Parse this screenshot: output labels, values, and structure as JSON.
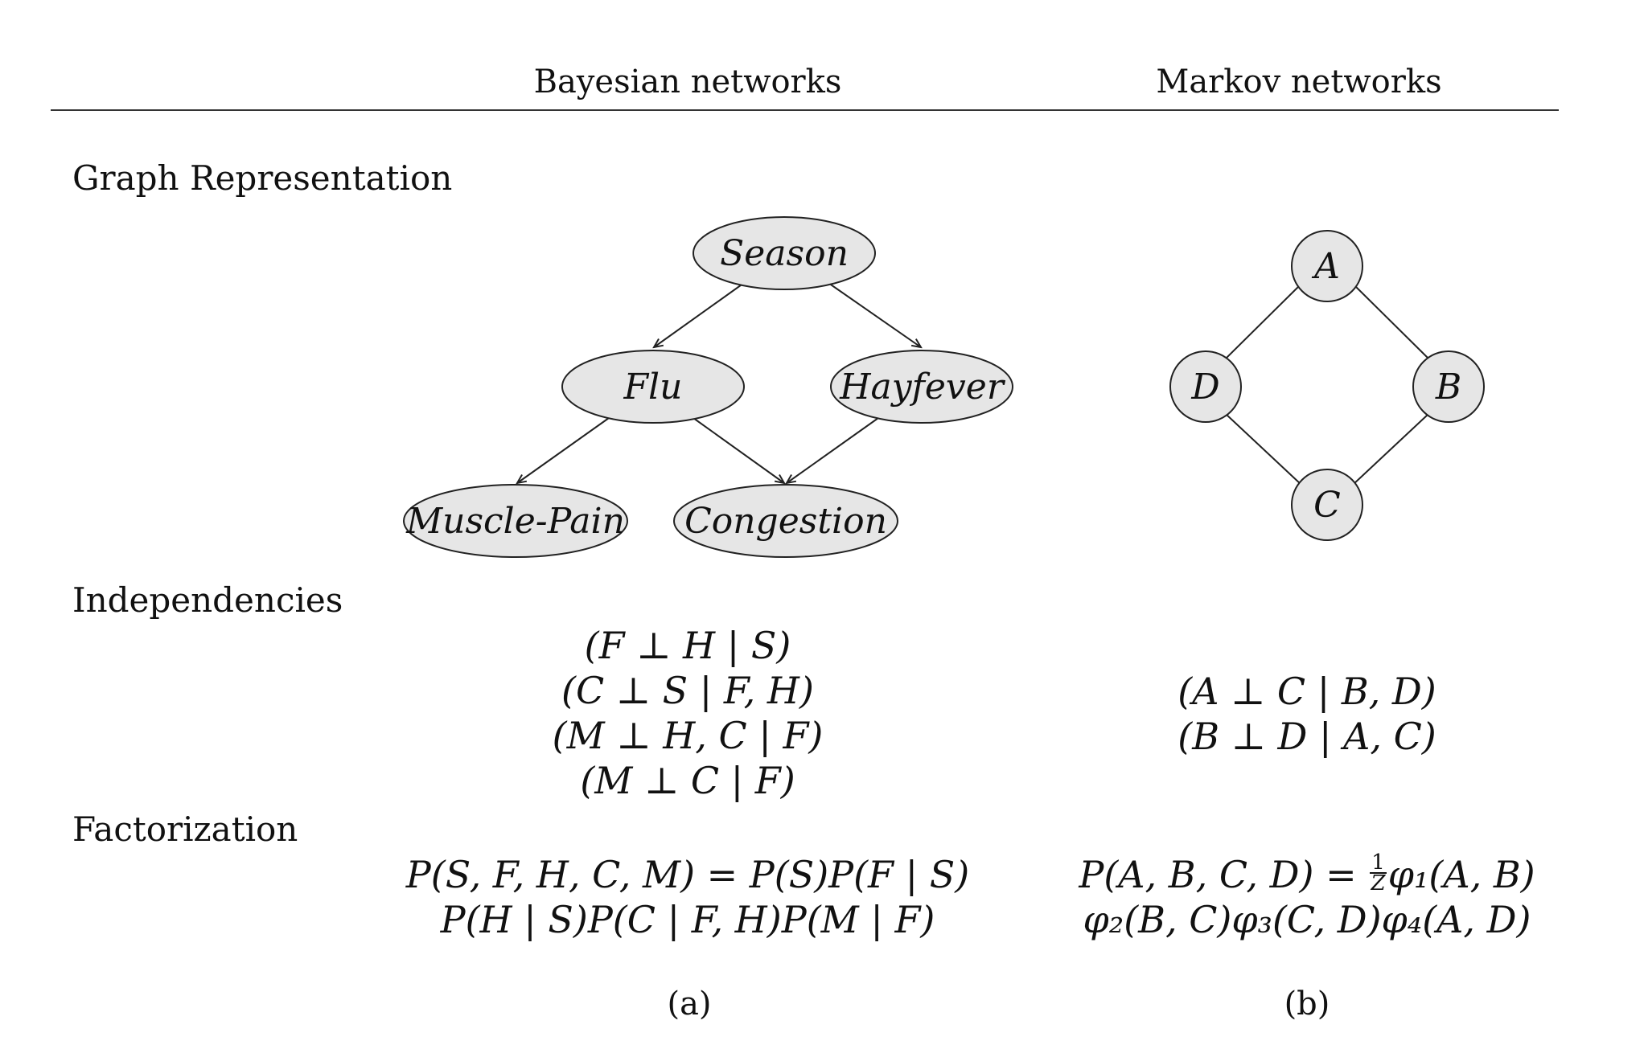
{
  "headers": {
    "bayesian": "Bayesian networks",
    "markov": "Markov networks"
  },
  "rows": {
    "graph": "Graph Representation",
    "independencies": "Independencies",
    "factorization": "Factorization"
  },
  "bayesian_graph": {
    "nodes": {
      "season": "Season",
      "flu": "Flu",
      "hayfever": "Hayfever",
      "muscle_pain": "Muscle-Pain",
      "congestion": "Congestion"
    }
  },
  "markov_graph": {
    "nodes": {
      "a": "A",
      "b": "B",
      "c": "C",
      "d": "D"
    }
  },
  "independencies": {
    "bayesian": [
      "(F ⊥ H | S)",
      "(C ⊥ S | F, H)",
      "(M ⊥ H, C | F)",
      "(M ⊥ C | F)"
    ],
    "markov": [
      "(A ⊥ C | B, D)",
      "(B ⊥ D | A, C)"
    ]
  },
  "factorization": {
    "bayesian": [
      "P(S, F, H, C, M) = P(S)P(F | S)",
      "P(H | S)P(C | F, H)P(M | F)"
    ],
    "markov": {
      "line1_left": "P(A, B, C, D) =",
      "frac_num": "1",
      "frac_den": "Z",
      "line1_right": "φ₁(A, B)",
      "line2": "φ₂(B, C)φ₃(C, D)φ₄(A, D)"
    }
  },
  "captions": {
    "a": "(a)",
    "b": "(b)"
  }
}
